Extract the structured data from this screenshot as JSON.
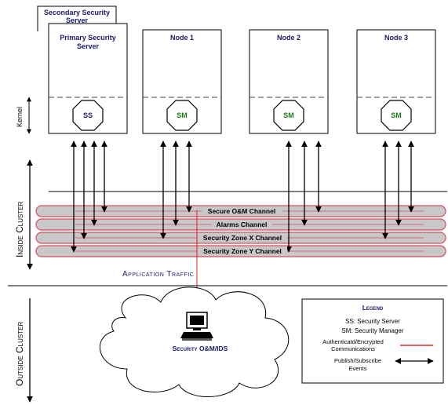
{
  "servers": {
    "secondary_label_line1": "Secondary Security",
    "secondary_label_line2": "Server",
    "primary_label_line1": "Primary Security",
    "primary_label_line2": "Server",
    "primary_module": "SS"
  },
  "nodes": [
    {
      "label": "Node 1",
      "module": "SM"
    },
    {
      "label": "Node 2",
      "module": "SM"
    },
    {
      "label": "Node 3",
      "module": "SM"
    }
  ],
  "kernel_label": "Kernel",
  "inside_cluster_label": "Inside Cluster",
  "outside_cluster_label": "Outside Cluster",
  "channels": [
    "Secure O&M Channel",
    "Alarms Channel",
    "Security Zone X Channel",
    "Security Zone Y Channel"
  ],
  "application_traffic_label": "Application Traffic",
  "workstation_label": "Security O&M/IDS",
  "legend": {
    "title": "Legend",
    "ss_line": "SS: Security Server",
    "sm_line": "SM: Security Manager",
    "auth_line1": "Authenticatd/Encrypted",
    "auth_line2": "Communications",
    "pubsub_line1": "Publish/Subscribe",
    "pubsub_line2": "Events"
  },
  "colors": {
    "navy": "#1a1a6e",
    "green": "#1a7a1a",
    "channel_fill": "#c8c8c8",
    "channel_border": "#d45060",
    "secure_link": "#e02020"
  }
}
